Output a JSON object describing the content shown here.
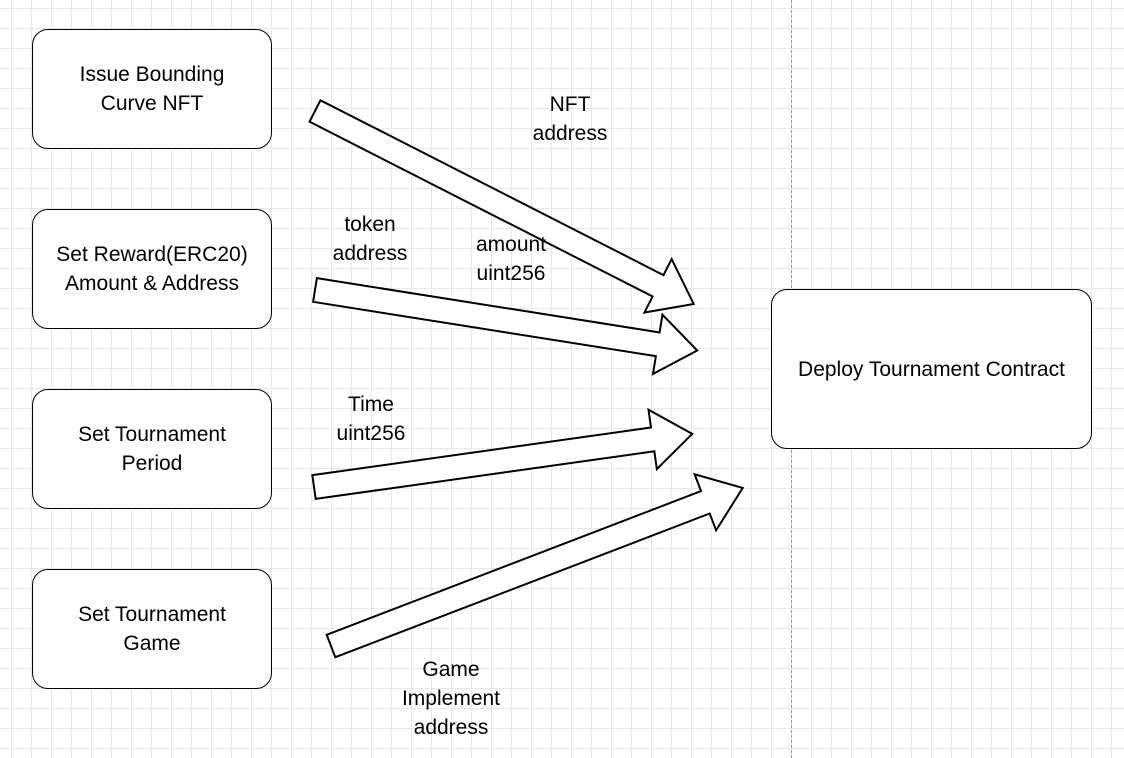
{
  "diagram": {
    "nodes": {
      "issue_nft": "Issue Bounding\nCurve NFT",
      "set_reward": "Set Reward(ERC20)\nAmount & Address",
      "set_period": "Set Tournament\nPeriod",
      "set_game": "Set Tournament\nGame",
      "deploy": "Deploy Tournament Contract"
    },
    "labels": {
      "nft_address": "NFT\naddress",
      "token_address": "token\naddress",
      "amount_uint": "amount\nuint256",
      "time_uint": "Time\nuint256",
      "game_address": "Game\nImplement\naddress"
    },
    "colors": {
      "stroke": "#000000",
      "fill": "#ffffff",
      "grid": "#e8e8e8",
      "divider": "#9a9a9a"
    }
  }
}
